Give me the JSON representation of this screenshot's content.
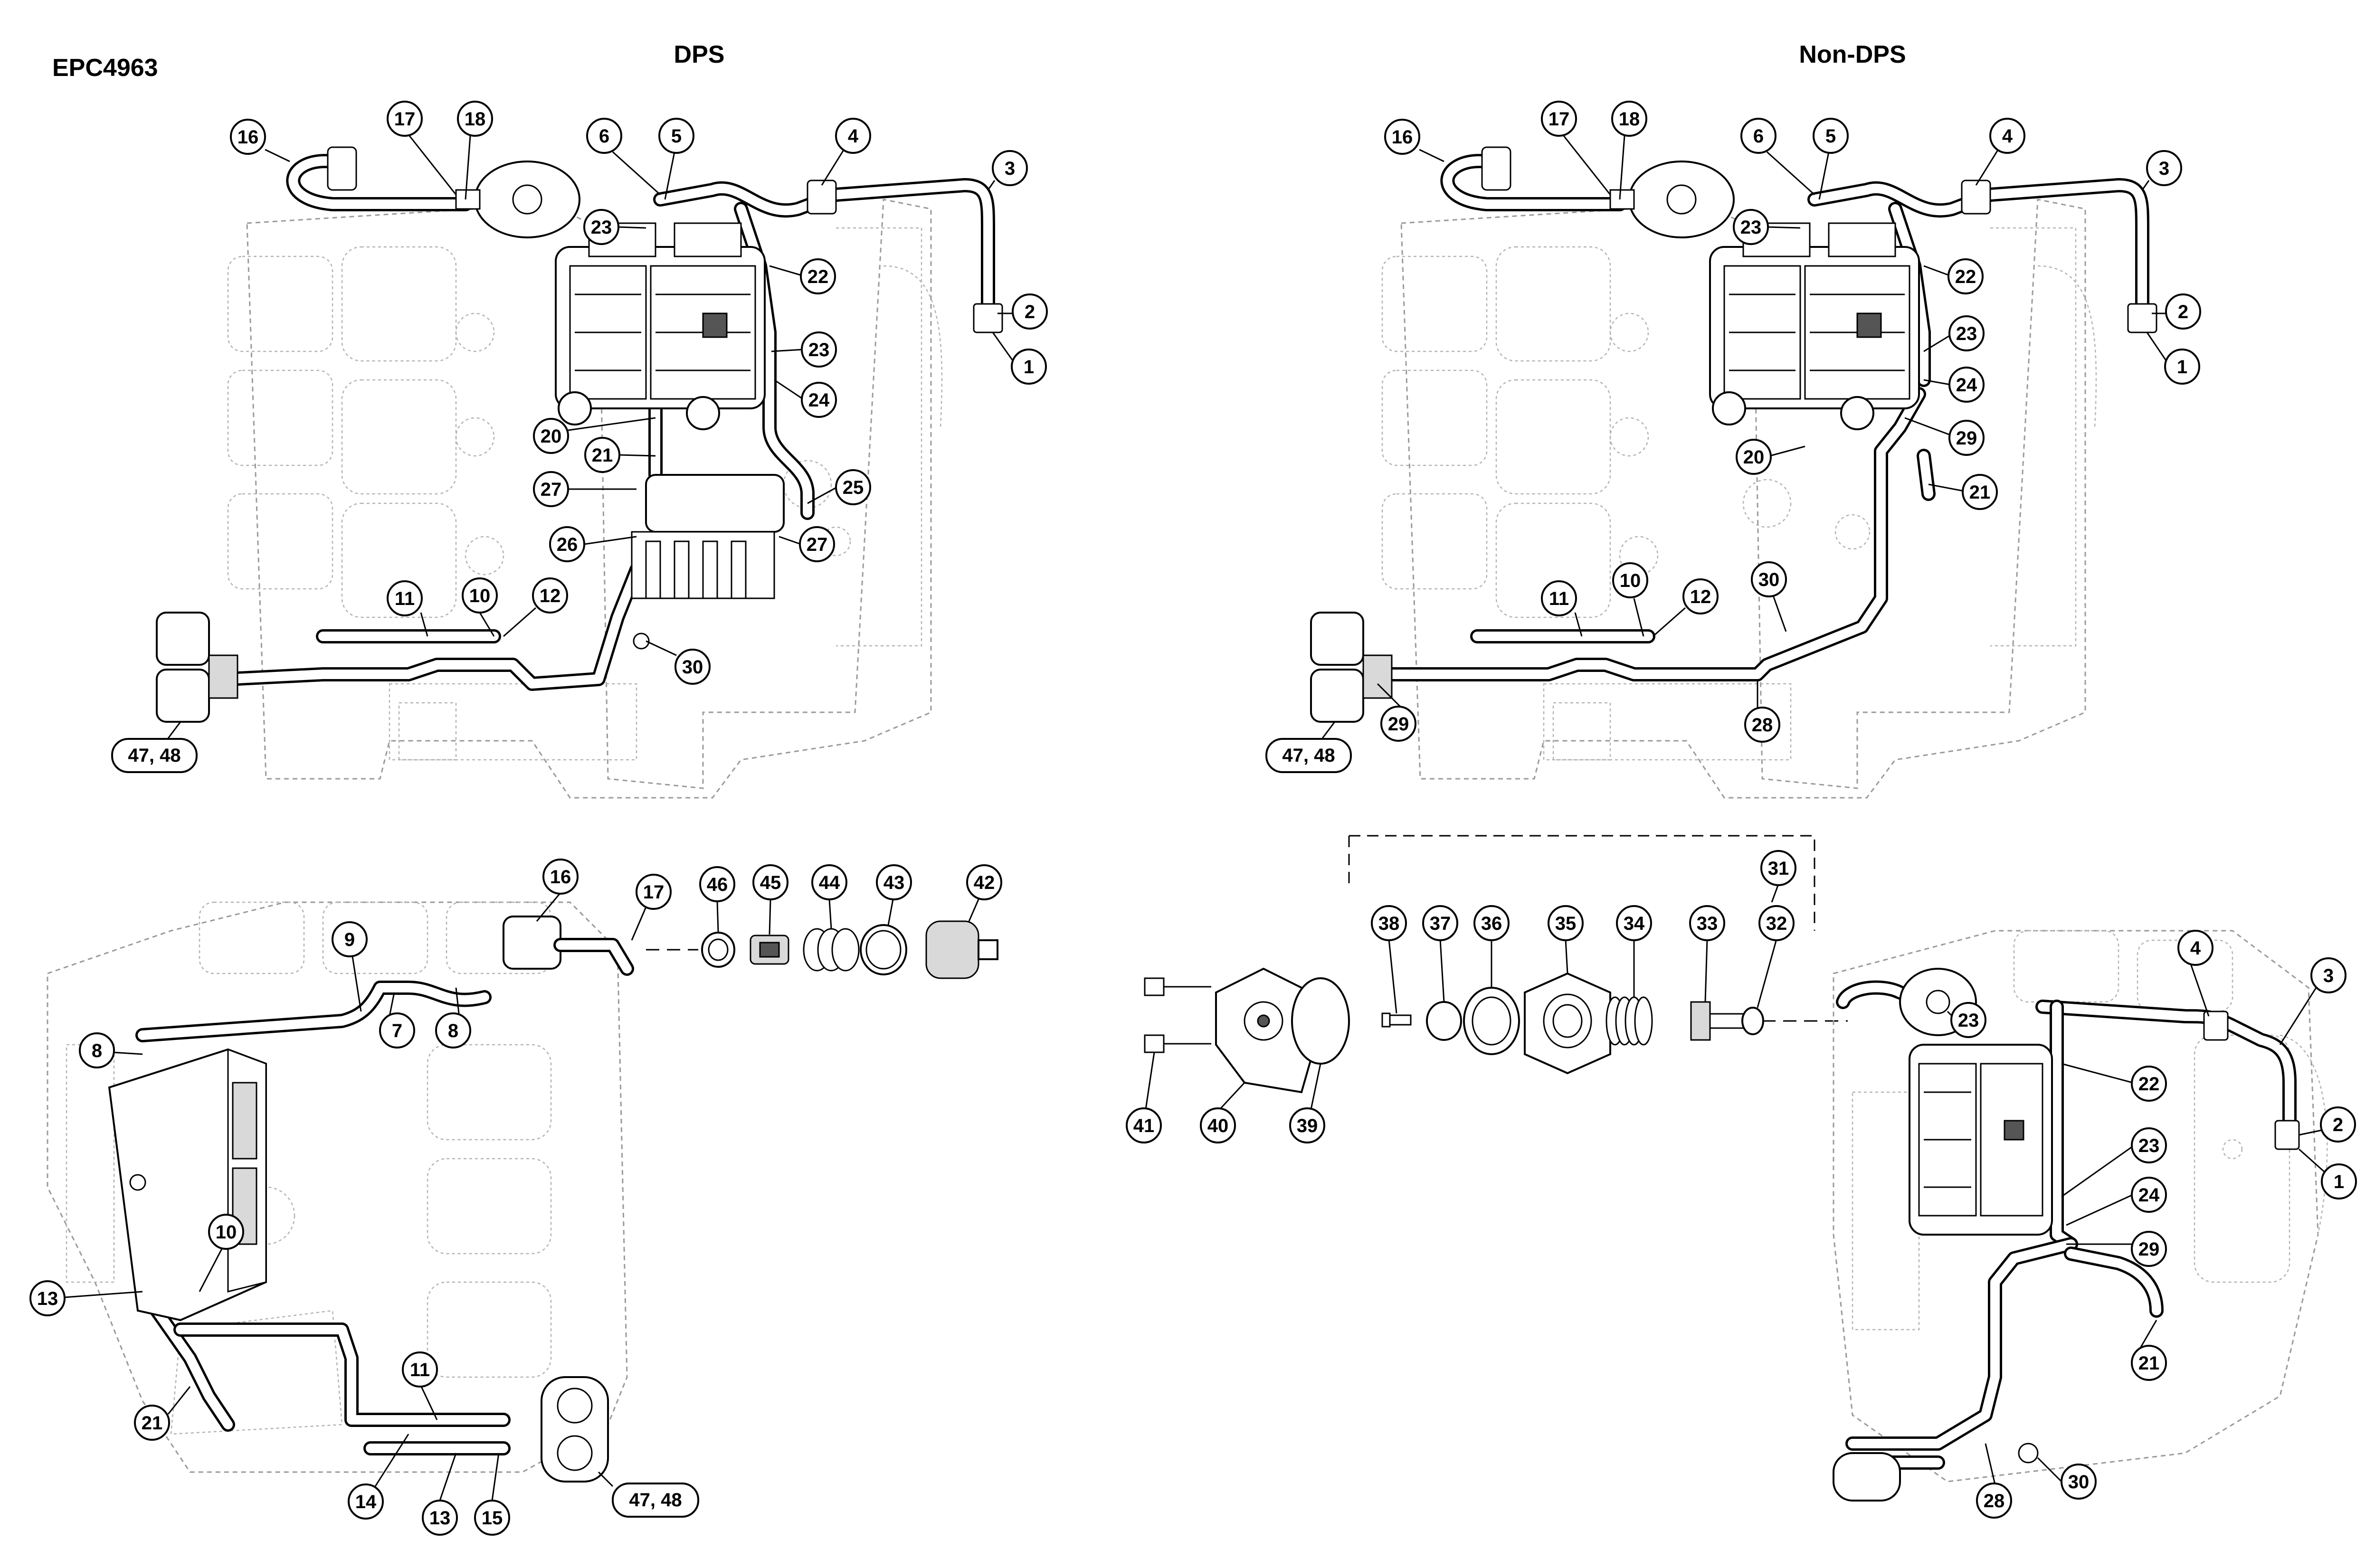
{
  "diagram_id": "EPC4963",
  "views": {
    "dps": {
      "title": "DPS"
    },
    "non_dps": {
      "title": "Non-DPS"
    }
  },
  "callouts": {
    "q1": [
      "16",
      "17",
      "18",
      "6",
      "5",
      "4",
      "3",
      "23",
      "22",
      "2",
      "1",
      "23",
      "24",
      "20",
      "21",
      "27",
      "25",
      "26",
      "27",
      "11",
      "10",
      "12",
      "30",
      "47, 48"
    ],
    "q2": [
      "16",
      "17",
      "18",
      "6",
      "5",
      "4",
      "3",
      "23",
      "22",
      "2",
      "1",
      "23",
      "24",
      "29",
      "20",
      "21",
      "11",
      "10",
      "12",
      "30",
      "29",
      "28",
      "47, 48"
    ],
    "q3": [
      "16",
      "17",
      "46",
      "45",
      "44",
      "43",
      "42",
      "9",
      "8",
      "7",
      "8",
      "10",
      "13",
      "21",
      "11",
      "14",
      "13",
      "15",
      "47, 48"
    ],
    "q4": [
      "31",
      "38",
      "37",
      "36",
      "35",
      "34",
      "33",
      "32",
      "41",
      "40",
      "39",
      "4",
      "3",
      "23",
      "22",
      "2",
      "1",
      "23",
      "24",
      "29",
      "21",
      "28",
      "30"
    ]
  }
}
